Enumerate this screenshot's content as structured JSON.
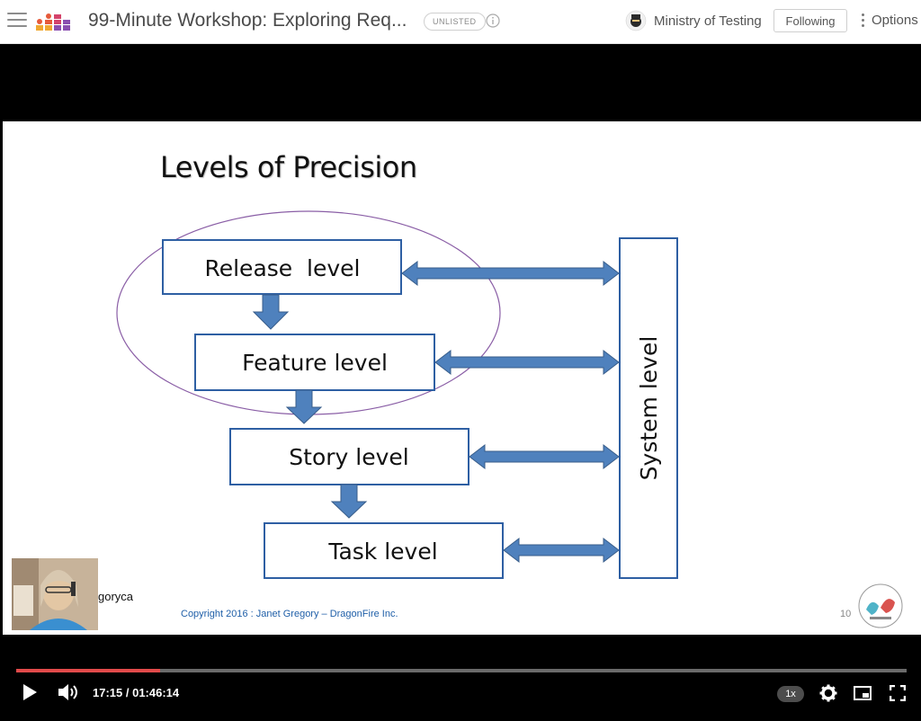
{
  "header": {
    "title": "99-Minute Workshop: Exploring Req...",
    "visibility_badge": "UNLISTED",
    "channel": "Ministry of Testing",
    "follow_label": "Following",
    "options_label": "Options"
  },
  "slide": {
    "title": "Levels of Precision",
    "levels": [
      "Release  level",
      "Feature level",
      "Story level",
      "Task level"
    ],
    "side_label": "System level",
    "copyright": "Copyright 2016 : Janet Gregory – DragonFire Inc.",
    "page_number": "10",
    "presenter_name_fragment": "goryca"
  },
  "player": {
    "current_time": "17:15",
    "duration": "01:46:14",
    "time_display": "17:15 / 01:46:14",
    "progress_fraction": 0.162,
    "speed": "1x"
  },
  "colors": {
    "arrow_fill": "#4f81bd",
    "arrow_stroke": "#385d8a",
    "box_border": "#2e5fa3",
    "ellipse": "#8a5ea6",
    "progress": "#e14a4a"
  }
}
